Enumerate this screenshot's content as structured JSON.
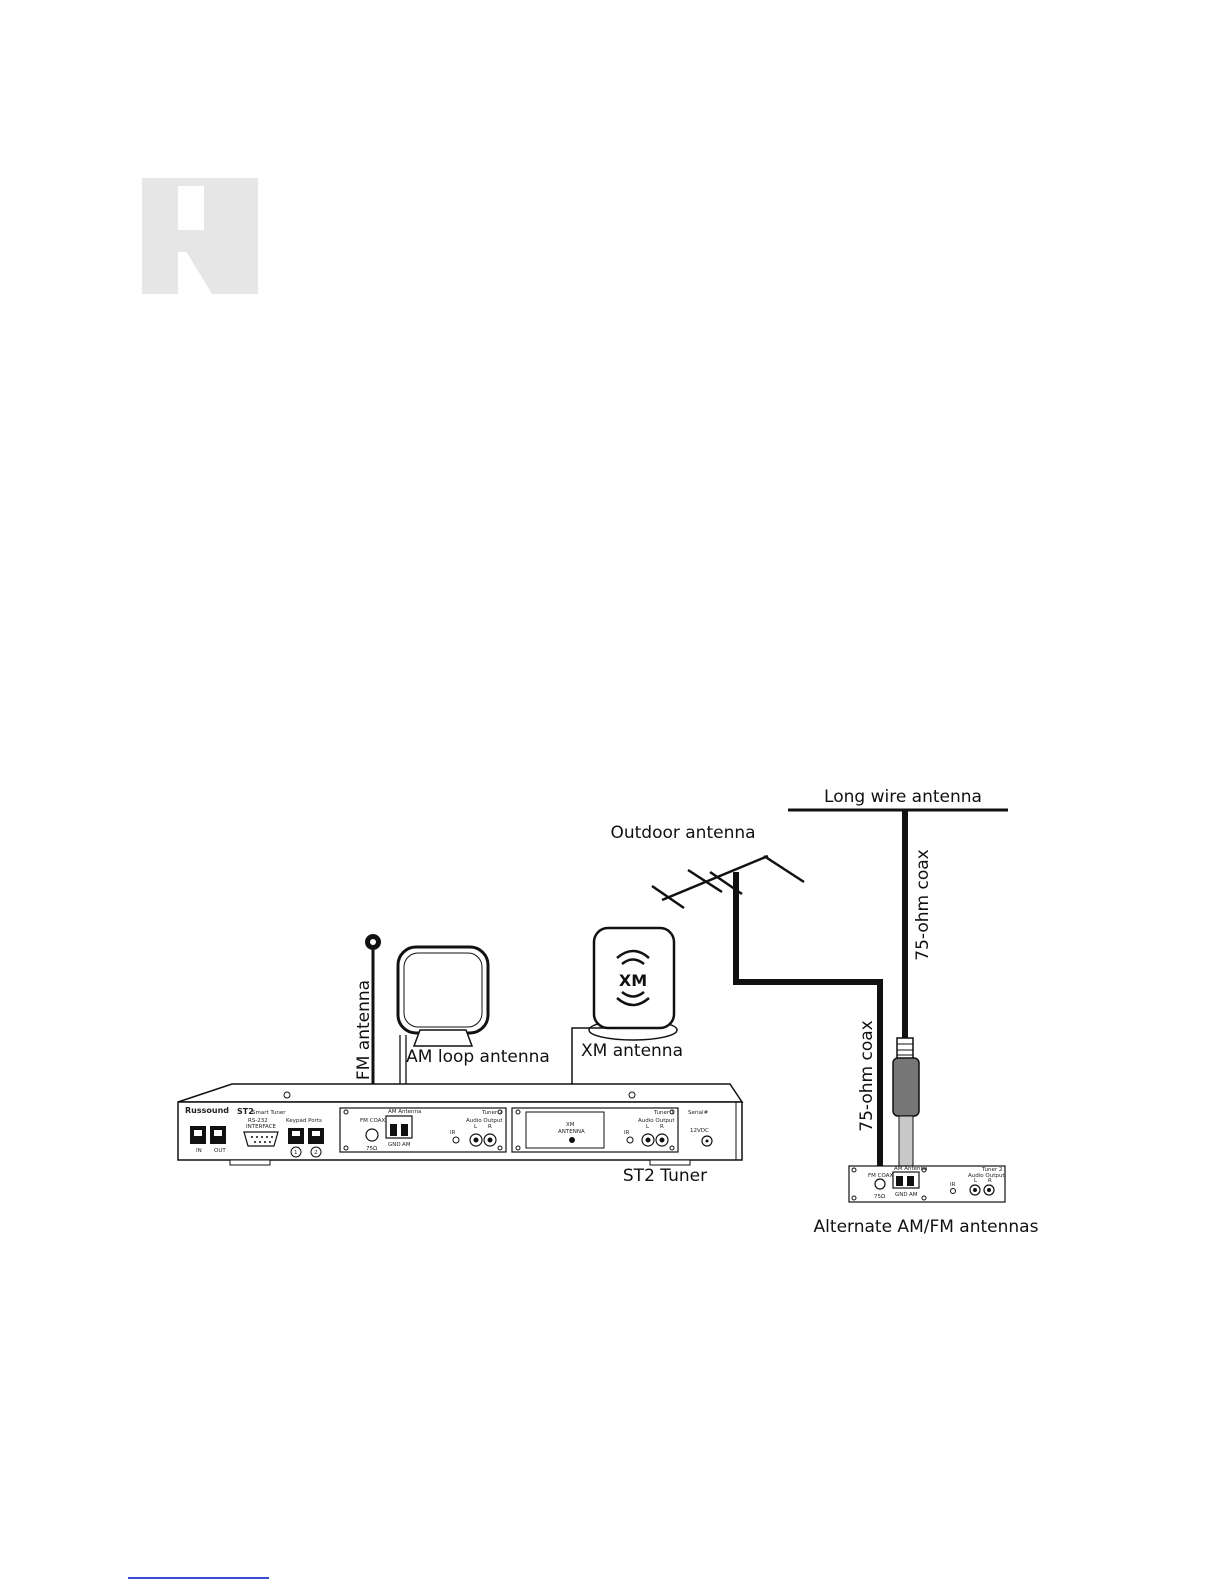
{
  "logo": {
    "letter": "R",
    "color": "#e6e6e6"
  },
  "labels": {
    "long_wire": "Long wire antenna",
    "outdoor": "Outdoor antenna",
    "coax_right": "75-ohm coax",
    "coax_left": "75-ohm coax",
    "fm_antenna": "FM antenna",
    "am_loop": "AM loop antenna",
    "xm_antenna": "XM antenna",
    "st2_tuner": "ST2 Tuner",
    "alternate": "Alternate AM/FM antennas",
    "xm_logo": "XM"
  },
  "panel": {
    "brand": "Russound",
    "model": "ST2",
    "model_sub": "Smart Tuner",
    "in": "IN",
    "out": "OUT",
    "rs232": "RS-232",
    "interface": "INTERFACE",
    "keypad_ports": "Keypad Ports",
    "port_1": "1",
    "port_2": "2",
    "fm_coax": "FM COAX",
    "am_antenna": "AM Antenna",
    "ohm": "75Ω",
    "gnd": "GND",
    "am": "AM",
    "tuner_2": "Tuner 2",
    "tuner_1": "Tuner 1",
    "audio_output": "Audio Output",
    "l": "L",
    "r": "R",
    "ir": "IR",
    "xm_panel": "XM",
    "antenna": "ANTENNA",
    "power": "12VDC",
    "serial": "Serial#"
  }
}
